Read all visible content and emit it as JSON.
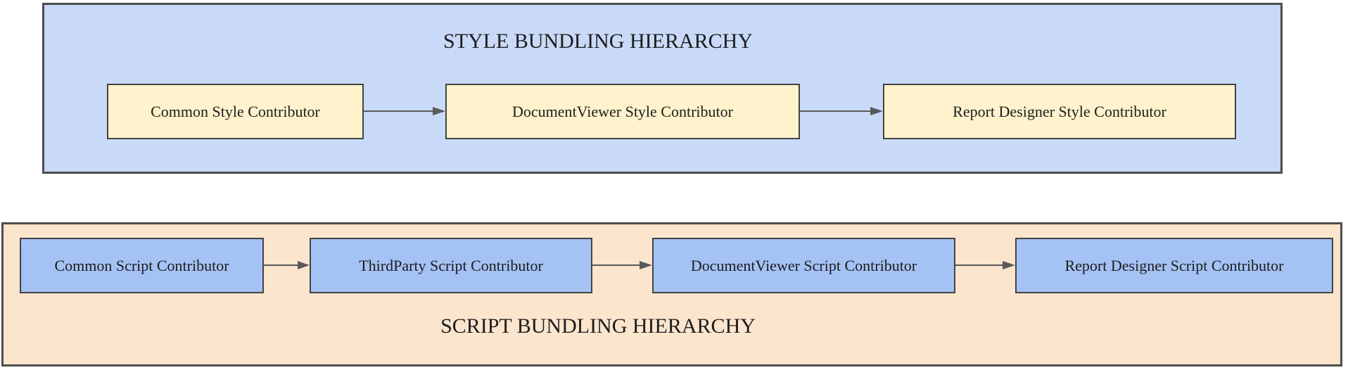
{
  "style_hierarchy": {
    "title": "STYLE BUNDLING HIERARCHY",
    "container_fill": "#c9daf8",
    "node_fill": "#fff2cc",
    "nodes": [
      {
        "label": "Common Style Contributor"
      },
      {
        "label": "DocumentViewer Style Contributor"
      },
      {
        "label": "Report Designer Style Contributor"
      }
    ]
  },
  "script_hierarchy": {
    "title": "SCRIPT BUNDLING HIERARCHY",
    "container_fill": "#fce5cd",
    "node_fill": "#a4c2f4",
    "nodes": [
      {
        "label": "Common Script Contributor"
      },
      {
        "label": "ThirdParty Script Contributor"
      },
      {
        "label": "DocumentViewer Script Contributor"
      },
      {
        "label": "Report Designer Script Contributor"
      }
    ]
  },
  "colors": {
    "border": "#4d4d4d",
    "node_border": "#434343",
    "arrow": "#595959",
    "text": "#1d1d1d"
  }
}
